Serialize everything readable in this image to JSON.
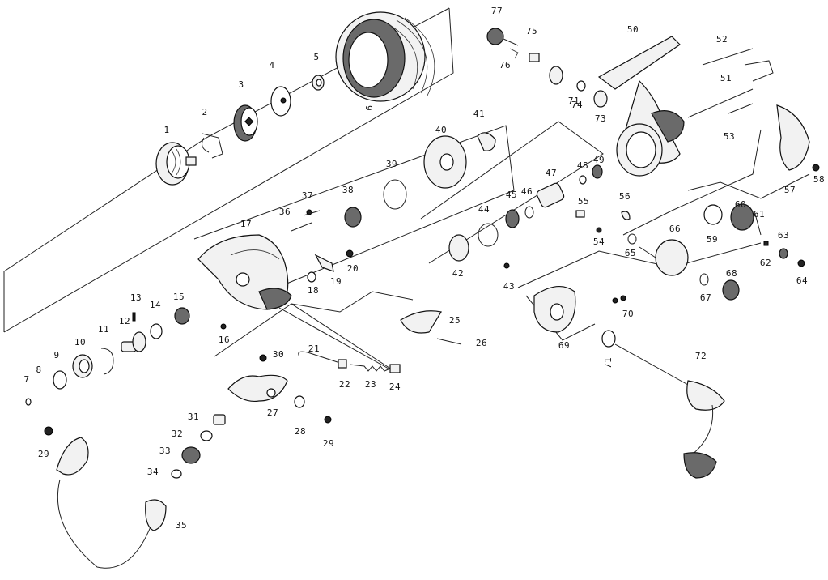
{
  "diagram": {
    "part_numbers": [
      "1",
      "2",
      "3",
      "4",
      "5",
      "6",
      "7",
      "8",
      "9",
      "10",
      "11",
      "12",
      "13",
      "14",
      "15",
      "16",
      "17",
      "18",
      "19",
      "20",
      "21",
      "22",
      "23",
      "24",
      "25",
      "26",
      "27",
      "28",
      "29",
      "29",
      "29",
      "30",
      "31",
      "32",
      "33",
      "34",
      "35",
      "36",
      "37",
      "38",
      "39",
      "40",
      "41",
      "42",
      "43",
      "44",
      "45",
      "46",
      "47",
      "48",
      "49",
      "50",
      "51",
      "52",
      "53",
      "54",
      "55",
      "56",
      "57",
      "58",
      "59",
      "60",
      "61",
      "62",
      "63",
      "64",
      "65",
      "66",
      "67",
      "68",
      "69",
      "70",
      "71",
      "71",
      "72",
      "73",
      "74",
      "75",
      "76",
      "77"
    ]
  }
}
